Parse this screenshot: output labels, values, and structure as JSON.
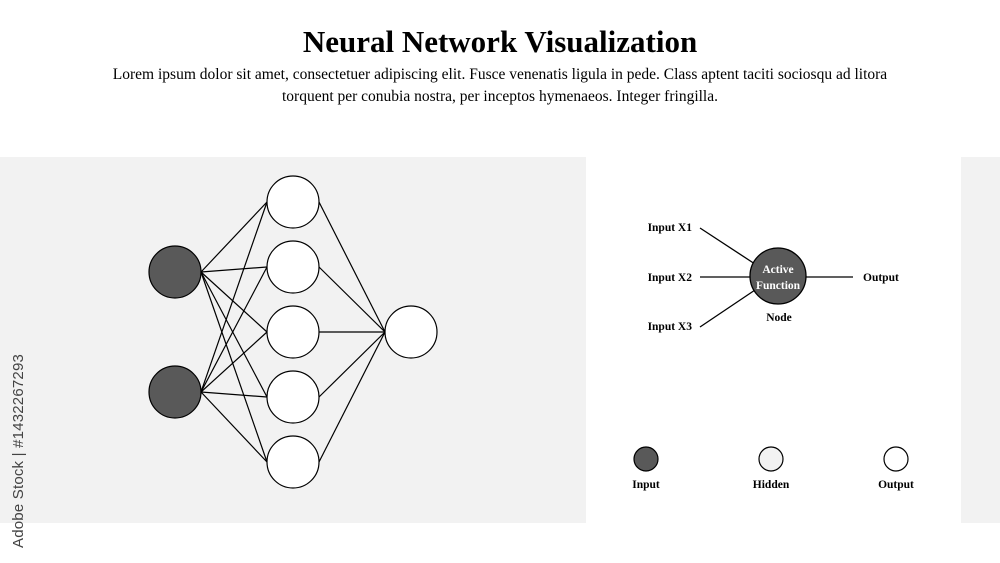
{
  "header": {
    "title": "Neural Network Visualization",
    "description": "Lorem ipsum dolor sit amet, consectetuer adipiscing elit. Fusce venenatis ligula in pede. Class aptent taciti sociosqu ad litora torquent per conubia nostra, per inceptos hymenaeos. Integer fringilla."
  },
  "network": {
    "layers": [
      {
        "role": "input",
        "nodes": 2
      },
      {
        "role": "hidden",
        "nodes": 5
      },
      {
        "role": "output",
        "nodes": 1
      }
    ],
    "fully_connected": true
  },
  "node_detail": {
    "inputs": [
      "Input X1",
      "Input X2",
      "Input X3"
    ],
    "function_line1": "Active",
    "function_line2": "Function",
    "output": "Output",
    "node_label": "Node"
  },
  "legend": [
    {
      "label": "Input",
      "color": "#595959"
    },
    {
      "label": "Hidden",
      "color": "#f2f2f2"
    },
    {
      "label": "Output",
      "color": "#ffffff"
    }
  ],
  "colors": {
    "input_fill": "#595959",
    "hidden_fill": "#ffffff",
    "output_fill": "#ffffff",
    "panel_bg": "#f2f2f2",
    "stroke": "#000000"
  },
  "watermark": "Adobe Stock | #1432267293"
}
